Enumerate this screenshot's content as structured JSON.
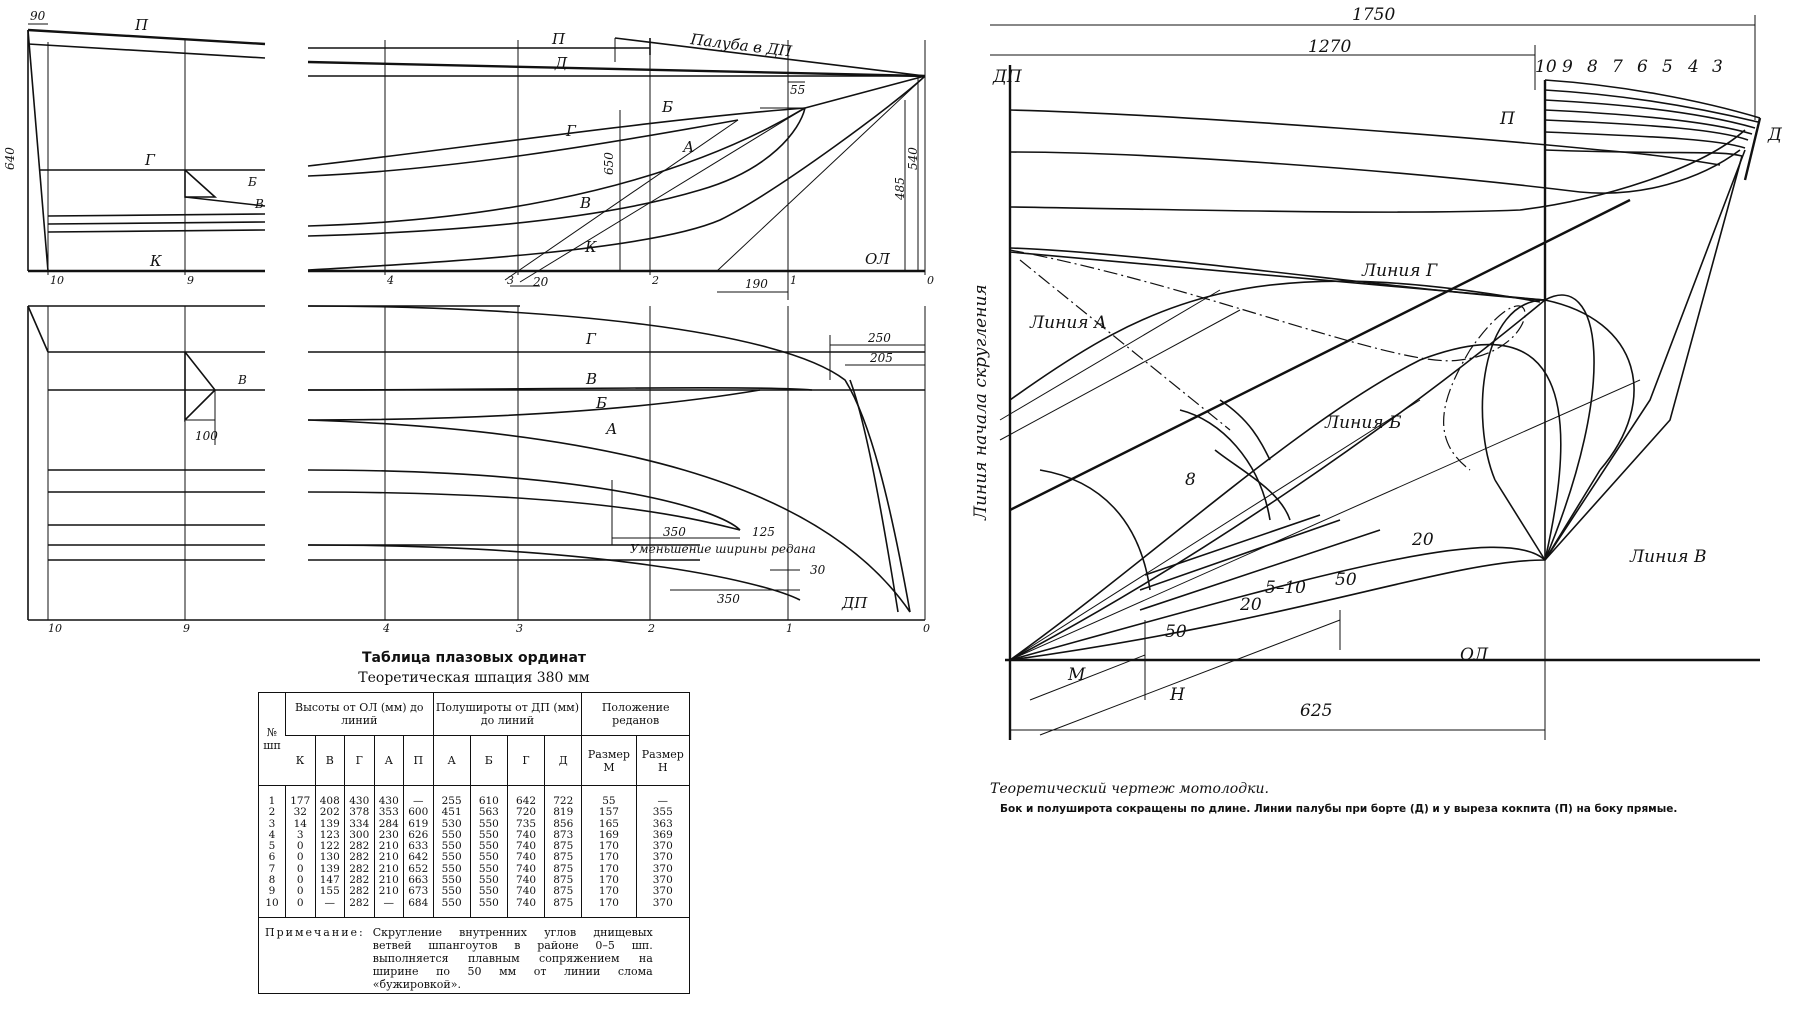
{
  "left_drawing": {
    "dims": {
      "d90": "90",
      "d640": "640",
      "d55": "55",
      "d650": "650",
      "d485": "485",
      "d540": "540",
      "d20": "20",
      "d190": "190",
      "d250": "250",
      "d205": "205",
      "d100": "100",
      "d350a": "350",
      "d125": "125",
      "d30": "30",
      "d350b": "350"
    },
    "labels": {
      "P": "П",
      "D": "Д",
      "G": "Г",
      "B_": "Б",
      "A": "А",
      "V": "В",
      "K": "К",
      "OL": "ОЛ",
      "DP": "ДП",
      "deck": "Палуба в ДП",
      "reduction": "Уменьшение ширины редана"
    },
    "stations": {
      "s10": "10",
      "s9": "9",
      "s4": "4",
      "s3": "3",
      "s2": "2",
      "s1": "1",
      "s0": "0"
    }
  },
  "right_drawing": {
    "dims": {
      "d1750": "1750",
      "d1270": "1270",
      "d625": "625",
      "d8": "8",
      "d20a": "20",
      "d20b": "20",
      "d50a": "50",
      "d50b": "50",
      "d510": "5–10"
    },
    "labels": {
      "DP": "ДП",
      "P": "П",
      "D": "Д",
      "OL": "ОЛ",
      "M": "М",
      "N": "Н",
      "lineG": "Линия Г",
      "lineA": "Линия А",
      "lineB": "Линия Б",
      "lineV": "Линия В",
      "rounding": "Линия начала скругления"
    },
    "top_frames": [
      "10",
      "9",
      "8",
      "7",
      "6",
      "5",
      "4",
      "3"
    ]
  },
  "table": {
    "title": "Таблица плазовых ординат",
    "subtitle": "Теоретическая шпация 380 мм",
    "head": {
      "num": "№ шп",
      "heights": "Высоты от ОЛ (мм) до линий",
      "half": "Полуширoты от ДП (мм) до линий",
      "steps": "Положение реданов",
      "cols": [
        "К",
        "В",
        "Г",
        "А",
        "П",
        "А",
        "Б",
        "Г",
        "Д",
        "Размер М",
        "Размер Н"
      ]
    },
    "rows": [
      [
        "1",
        "177",
        "408",
        "430",
        "430",
        "—",
        "255",
        "610",
        "642",
        "722",
        "55",
        "—"
      ],
      [
        "2",
        "32",
        "202",
        "378",
        "353",
        "600",
        "451",
        "563",
        "720",
        "819",
        "157",
        "355"
      ],
      [
        "3",
        "14",
        "139",
        "334",
        "284",
        "619",
        "530",
        "550",
        "735",
        "856",
        "165",
        "363"
      ],
      [
        "4",
        "3",
        "123",
        "300",
        "230",
        "626",
        "550",
        "550",
        "740",
        "873",
        "169",
        "369"
      ],
      [
        "5",
        "0",
        "122",
        "282",
        "210",
        "633",
        "550",
        "550",
        "740",
        "875",
        "170",
        "370"
      ],
      [
        "6",
        "0",
        "130",
        "282",
        "210",
        "642",
        "550",
        "550",
        "740",
        "875",
        "170",
        "370"
      ],
      [
        "7",
        "0",
        "139",
        "282",
        "210",
        "652",
        "550",
        "550",
        "740",
        "875",
        "170",
        "370"
      ],
      [
        "8",
        "0",
        "147",
        "282",
        "210",
        "663",
        "550",
        "550",
        "740",
        "875",
        "170",
        "370"
      ],
      [
        "9",
        "0",
        "155",
        "282",
        "210",
        "673",
        "550",
        "550",
        "740",
        "875",
        "170",
        "370"
      ],
      [
        "10",
        "0",
        "—",
        "282",
        "—",
        "684",
        "550",
        "550",
        "740",
        "875",
        "170",
        "370"
      ]
    ],
    "note_label": "Примечание:",
    "note_text": "Скругление внутренних углов днищевых ветвей шпангоутов в районе 0–5 шп. выполняется плавным сопряжением на ширине по 50 мм от линии слома «бужировкой»."
  },
  "caption": {
    "title": "Теоретический чертеж мотолодки.",
    "text": "Бок и полуширота сокращены по длине. Линии палубы при борте (Д) и у выреза кокпита (П) на боку прямые."
  }
}
